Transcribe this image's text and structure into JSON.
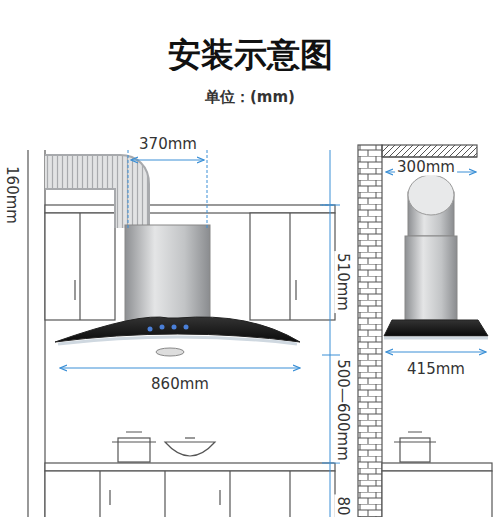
{
  "diagram": {
    "title": "安装示意图",
    "labels": [
      "单位：(mm)",
      "370mm",
      "160mm",
      "300mm",
      "510mm",
      "500—600mm",
      "860mm",
      "415mm",
      "80"
    ]
  }
}
